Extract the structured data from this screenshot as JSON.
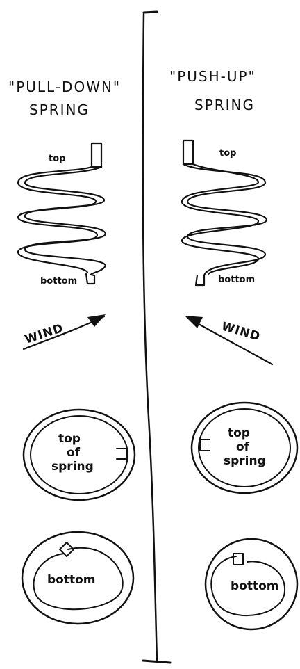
{
  "left": {
    "title_line1": "\"PULL-DOWN\"",
    "title_line2": "SPRING",
    "spring_top": "top",
    "spring_bottom": "bottom",
    "wind": "WIND",
    "circle_top_line1": "top",
    "circle_top_line2": "of",
    "circle_top_line3": "spring",
    "circle_bottom": "bottom"
  },
  "right": {
    "title_line1": "\"PUSH-UP\"",
    "title_line2": "SPRING",
    "spring_top": "top",
    "spring_bottom": "bottom",
    "wind": "WIND",
    "circle_top_line1": "top",
    "circle_top_line2": "of",
    "circle_top_line3": "spring",
    "circle_bottom": "bottom"
  }
}
